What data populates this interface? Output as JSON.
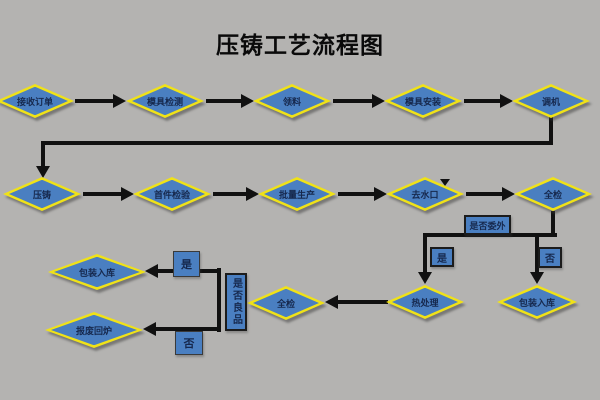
{
  "title": "压铸工艺流程图",
  "colors": {
    "background": "#b4b3b1",
    "node-fill": "#4a7fc1",
    "node-border": "#f0e218",
    "connector": "#111111",
    "node-text": "#16284d",
    "title-text": "#0a0a0a"
  },
  "flowchart": {
    "row1": {
      "n1": "接收订单",
      "n2": "模具检测",
      "n3": "领料",
      "n4": "模具安装",
      "n5": "调机"
    },
    "row2": {
      "n1": "压铸",
      "n2": "首件检验",
      "n3": "批量生产",
      "n4": "去水口",
      "n5": "全检"
    },
    "outsource": {
      "label": "是否委外",
      "yes": "是",
      "no": "否"
    },
    "outsource_branch": {
      "yes_node": "热处理",
      "no_node": "包装入库"
    },
    "quality": {
      "label": "是否良品",
      "yes": "是",
      "no": "否",
      "inspect_node": "全检"
    },
    "quality_branch": {
      "yes_node": "包装入库",
      "no_node": "报废回炉"
    }
  }
}
